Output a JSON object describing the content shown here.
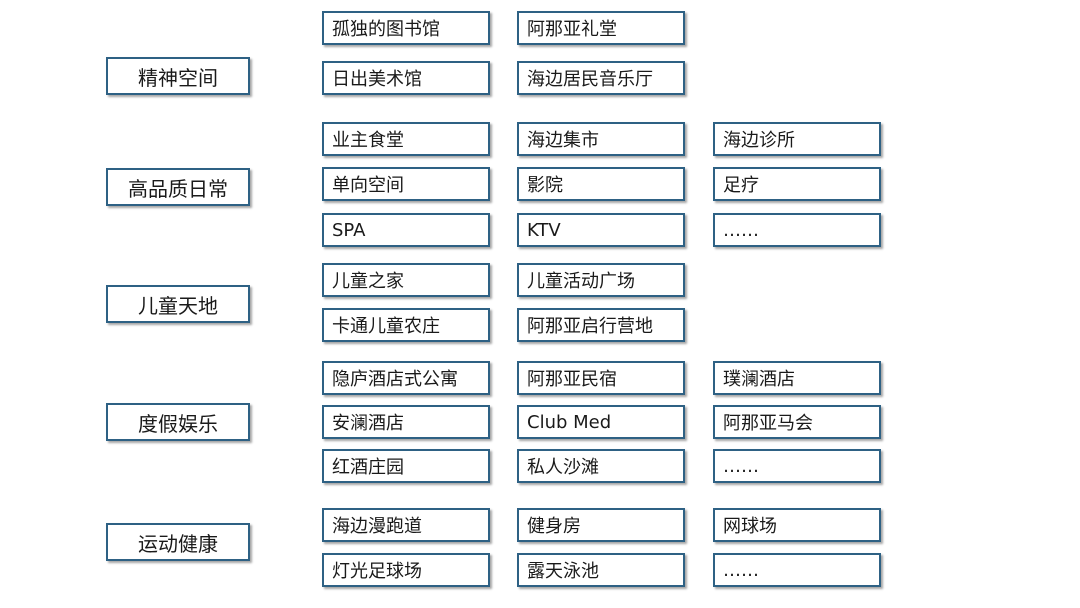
{
  "groups": [
    {
      "label": "精神空间",
      "rows": [
        [
          "孤独的图书馆",
          "阿那亚礼堂"
        ],
        [
          "日出美术馆",
          "海边居民音乐厅"
        ]
      ]
    },
    {
      "label": "高品质日常",
      "rows": [
        [
          "业主食堂",
          "海边集市",
          "海边诊所"
        ],
        [
          "单向空间",
          "影院",
          "足疗"
        ],
        [
          "SPA",
          "KTV",
          "……"
        ]
      ]
    },
    {
      "label": "儿童天地",
      "rows": [
        [
          "儿童之家",
          "儿童活动广场"
        ],
        [
          "卡通儿童农庄",
          "阿那亚启行营地"
        ]
      ]
    },
    {
      "label": "度假娱乐",
      "rows": [
        [
          "隐庐酒店式公寓",
          "阿那亚民宿",
          "璞澜酒店"
        ],
        [
          "安澜酒店",
          "Club Med",
          "阿那亚马会"
        ],
        [
          "红酒庄园",
          "私人沙滩",
          "……"
        ]
      ]
    },
    {
      "label": "运动健康",
      "rows": [
        [
          "海边漫跑道",
          "健身房",
          "网球场"
        ],
        [
          "灯光足球场",
          "露天泳池",
          "……"
        ]
      ]
    }
  ]
}
